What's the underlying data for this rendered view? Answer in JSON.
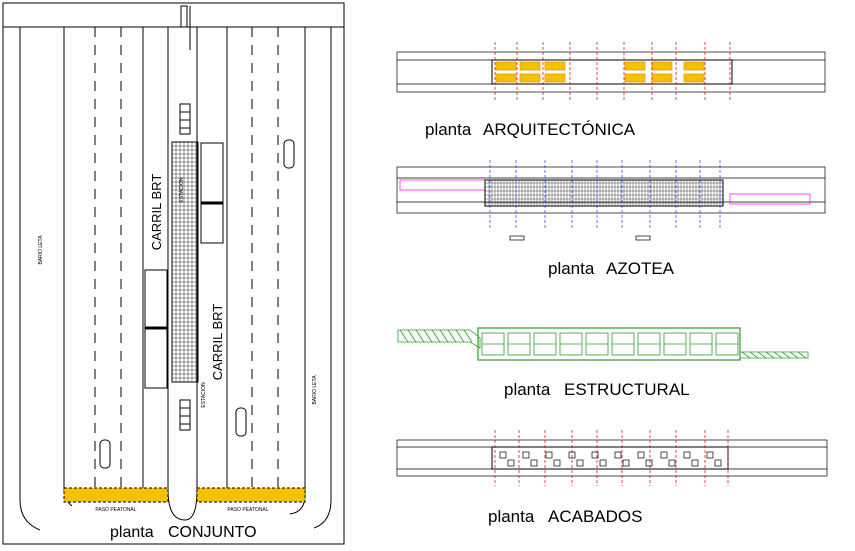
{
  "conjunto": {
    "title_prefix": "planta",
    "title_name": "CONJUNTO",
    "carril_brt_1": "CARRIL BRT",
    "carril_brt_2": "CARRIL BRT",
    "estacion_1": "ESTACION",
    "estacion_2": "ESTACION",
    "bario_left": "BARIO LETA",
    "bario_right": "BARIO LETA",
    "paso_left": "PASO PEATONAL",
    "paso_right": "PASO PEATONAL"
  },
  "plans": [
    {
      "prefix": "planta",
      "name": "ARQUITECTÓNICA"
    },
    {
      "prefix": "planta",
      "name": "AZOTEA"
    },
    {
      "prefix": "planta",
      "name": "ESTRUCTURAL"
    },
    {
      "prefix": "planta",
      "name": "ACABADOS"
    }
  ],
  "colors": {
    "line": "#000000",
    "hatch_yellow": "#f2c200",
    "hatch_orange": "#f08a00",
    "magenta": "#ff00ff",
    "structure_green": "#2e9e2e",
    "grid_red": "#d40000",
    "grid_blue": "#1e3cff"
  }
}
